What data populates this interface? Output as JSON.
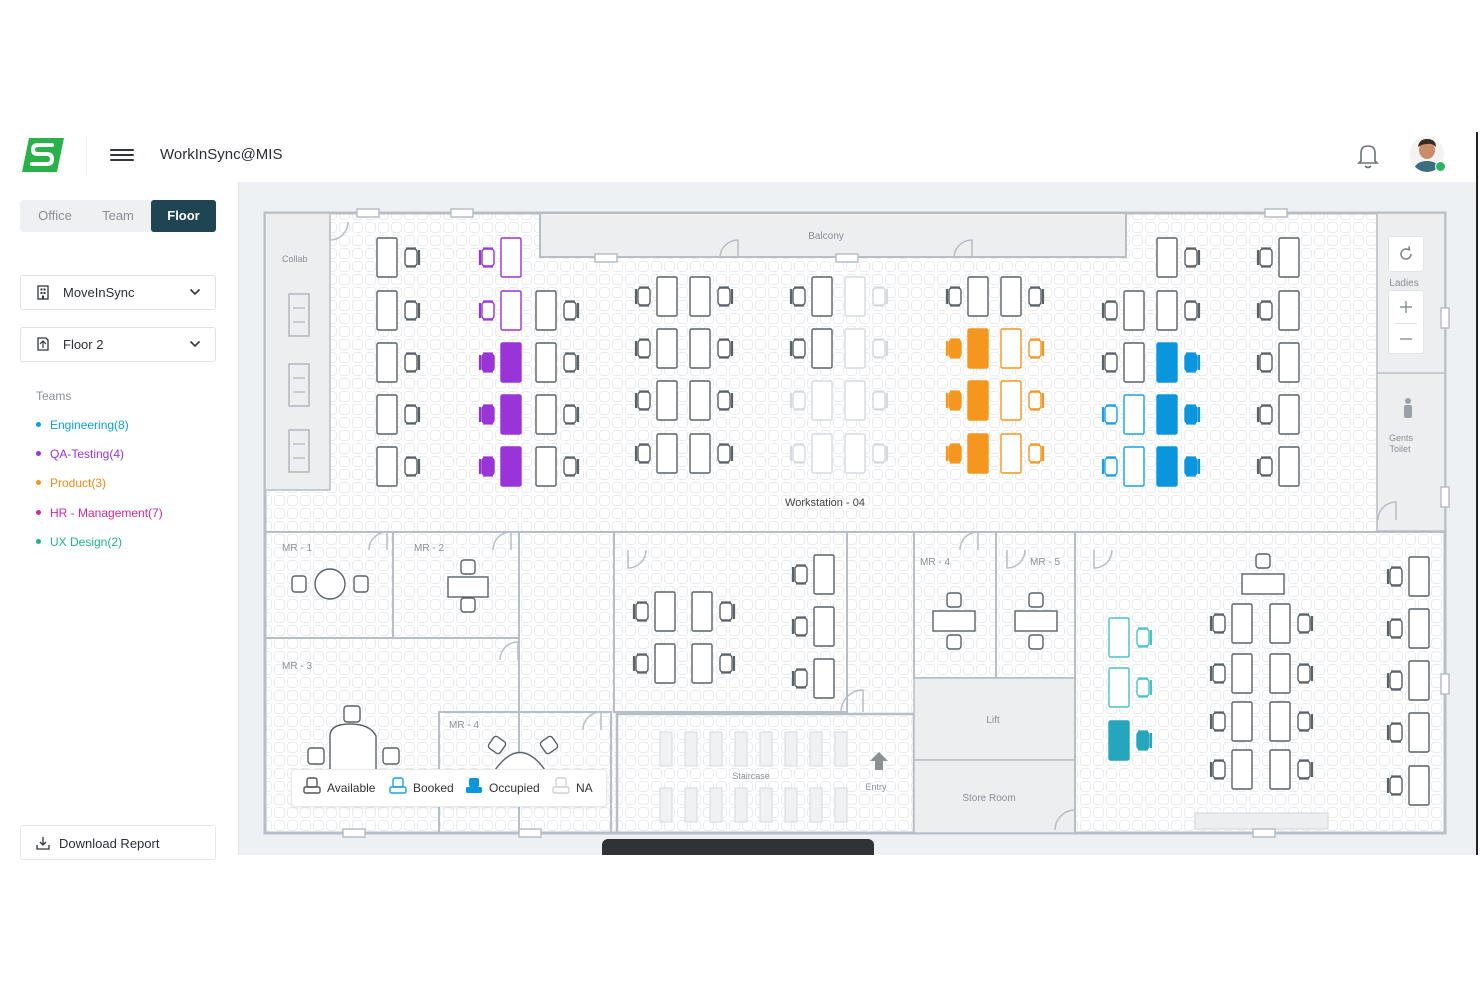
{
  "app": {
    "title": "WorkInSync@MIS"
  },
  "icons": {
    "logo": "workinsync-logo",
    "menu": "hamburger-icon",
    "bell": "bell-icon",
    "refresh": "refresh-icon",
    "zoom_in": "plus-icon",
    "zoom_out": "minus-icon",
    "building": "building-icon",
    "floor": "floor-icon",
    "download": "download-icon"
  },
  "colors": {
    "brand": "#2ab24a",
    "segment_active": "#1f4452",
    "engineering": "#0aa0e6",
    "qa": "#9b34d6",
    "product": "#f5961e",
    "hr": "#d2289a",
    "ux": "#1fb58a",
    "booked": "#1aa0e6",
    "occupied": "#0a96dc",
    "teal_occupied": "#26a6bc",
    "teal_booked": "#4cc0c8"
  },
  "sidebar": {
    "tabs": [
      {
        "label": "Office"
      },
      {
        "label": "Team"
      },
      {
        "label": "Floor"
      }
    ],
    "office_select": "MoveInSync",
    "floor_select": "Floor 2",
    "teams_heading": "Teams",
    "teams": [
      {
        "label": "Engineering(8)"
      },
      {
        "label": "QA-Testing(4)"
      },
      {
        "label": "Product(3)"
      },
      {
        "label": "HR - Management(7)"
      },
      {
        "label": "UX Design(2)"
      }
    ],
    "download_label": "Download Report"
  },
  "map": {
    "labels": {
      "balcony": "Balcony",
      "collab": "Collab",
      "ladies": "Ladies",
      "gents": "Gents",
      "toilet": "Toilet",
      "workstation": "Workstation - 04",
      "mr1": "MR - 1",
      "mr2": "MR - 2",
      "mr3": "MR - 3",
      "mr4_lower": "MR - 4",
      "mr4_upper": "MR - 4",
      "mr5": "MR - 5",
      "lift": "Lift",
      "store_room": "Store Room",
      "staircase": "Staircase",
      "entry": "Entry"
    }
  },
  "legend": {
    "items": [
      {
        "label": "Available"
      },
      {
        "label": "Booked"
      },
      {
        "label": "Occupied"
      },
      {
        "label": "NA"
      }
    ]
  }
}
